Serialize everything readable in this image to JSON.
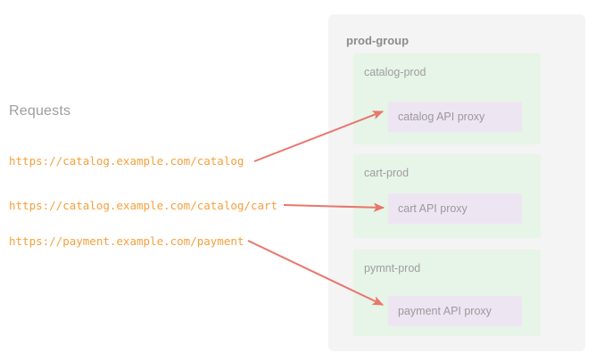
{
  "requests": {
    "heading": "Requests",
    "urls": [
      "https://catalog.example.com/catalog",
      "https://catalog.example.com/catalog/cart",
      "https://payment.example.com/payment"
    ]
  },
  "prod_group": {
    "label": "prod-group",
    "environments": [
      {
        "label": "catalog-prod",
        "proxy": "catalog API proxy"
      },
      {
        "label": "cart-prod",
        "proxy": "cart API proxy"
      },
      {
        "label": "pymnt-prod",
        "proxy": "payment API proxy"
      }
    ]
  },
  "arrows": [
    {
      "name": "arrow-catalog",
      "from_request": 0,
      "to_environment": 0
    },
    {
      "name": "arrow-cart",
      "from_request": 1,
      "to_environment": 1
    },
    {
      "name": "arrow-payment",
      "from_request": 2,
      "to_environment": 2
    }
  ],
  "colors": {
    "background": "#ffffff",
    "panel": "#f4f4f4",
    "environment_box": "#e7f4e8",
    "proxy_box": "#eee5f3",
    "url_text": "#f5a03c",
    "muted_text": "#9e9e9e",
    "group_label_text": "#8c8c8c",
    "arrow": "#e8766c"
  }
}
